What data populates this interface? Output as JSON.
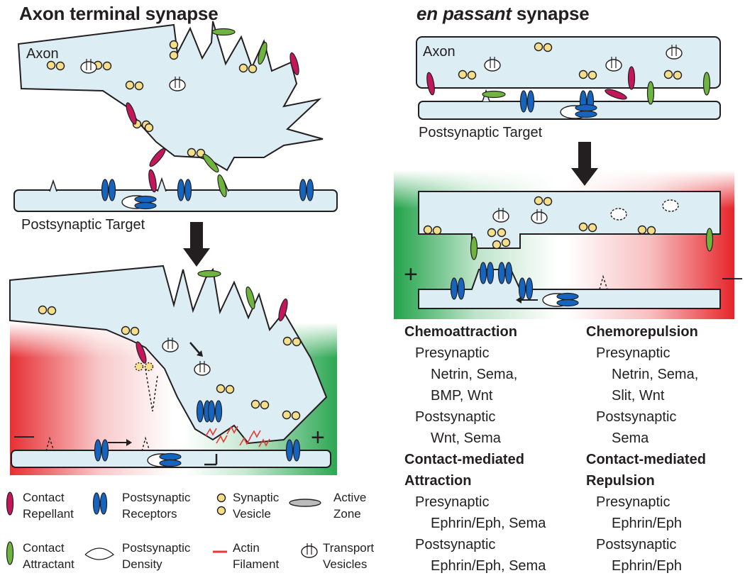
{
  "titles": {
    "left": "Axon terminal synapse",
    "right_italic": "en passant",
    "right_rest": " synapse"
  },
  "labels": {
    "axon": "Axon",
    "postsynaptic_target": "Postsynaptic Target",
    "plus": "+",
    "minus": "—"
  },
  "legend": [
    {
      "icon": "contact-repellant-icon",
      "line1": "Contact",
      "line2": "Repellant"
    },
    {
      "icon": "postsynaptic-receptors-icon",
      "line1": "Postsynaptic",
      "line2": "Receptors"
    },
    {
      "icon": "synaptic-vesicle-icon",
      "line1": "Synaptic",
      "line2": "Vesicle"
    },
    {
      "icon": "active-zone-icon",
      "line1": "Active",
      "line2": "Zone"
    },
    {
      "icon": "contact-attractant-icon",
      "line1": "Contact",
      "line2": "Attractant"
    },
    {
      "icon": "postsynaptic-density-icon",
      "line1": "Postsynaptic",
      "line2": "Density"
    },
    {
      "icon": "actin-filament-icon",
      "line1": "Actin",
      "line2": "Filament"
    },
    {
      "icon": "transport-vesicles-icon",
      "line1": "Transport",
      "line2": "Vesicles"
    }
  ],
  "mechanisms": {
    "left": {
      "chemo_title": "Chemoattraction",
      "pre_label": "Presynaptic",
      "pre_line1": "Netrin, Sema,",
      "pre_line2": "BMP, Wnt",
      "post_label": "Postsynaptic",
      "post_line1": "Wnt, Sema",
      "contact_title1": "Contact-mediated",
      "contact_title2": "Attraction",
      "c_pre_label": "Presynaptic",
      "c_pre_value": "Ephrin/Eph, Sema",
      "c_post_label": "Postsynaptic",
      "c_post_value": "Ephrin/Eph, Sema"
    },
    "right": {
      "chemo_title": "Chemorepulsion",
      "pre_label": "Presynaptic",
      "pre_line1": "Netrin, Sema,",
      "pre_line2": "Slit, Wnt",
      "post_label": "Postsynaptic",
      "post_line1": "Sema",
      "contact_title1": "Contact-mediated",
      "contact_title2": "Repulsion",
      "c_pre_label": "Presynaptic",
      "c_pre_value": "Ephrin/Eph",
      "c_post_label": "Postsynaptic",
      "c_post_value": "Ephrin/Eph"
    }
  },
  "colors": {
    "membrane": "#dcedf4",
    "outline": "#231f20",
    "repellant": "#c2185b",
    "attractant": "#6fb43f",
    "receptor": "#1565c0",
    "vesicle": "#f5df8a",
    "gradient_green": "#22a34a",
    "gradient_red": "#e5252a",
    "actin": "#e53935"
  }
}
